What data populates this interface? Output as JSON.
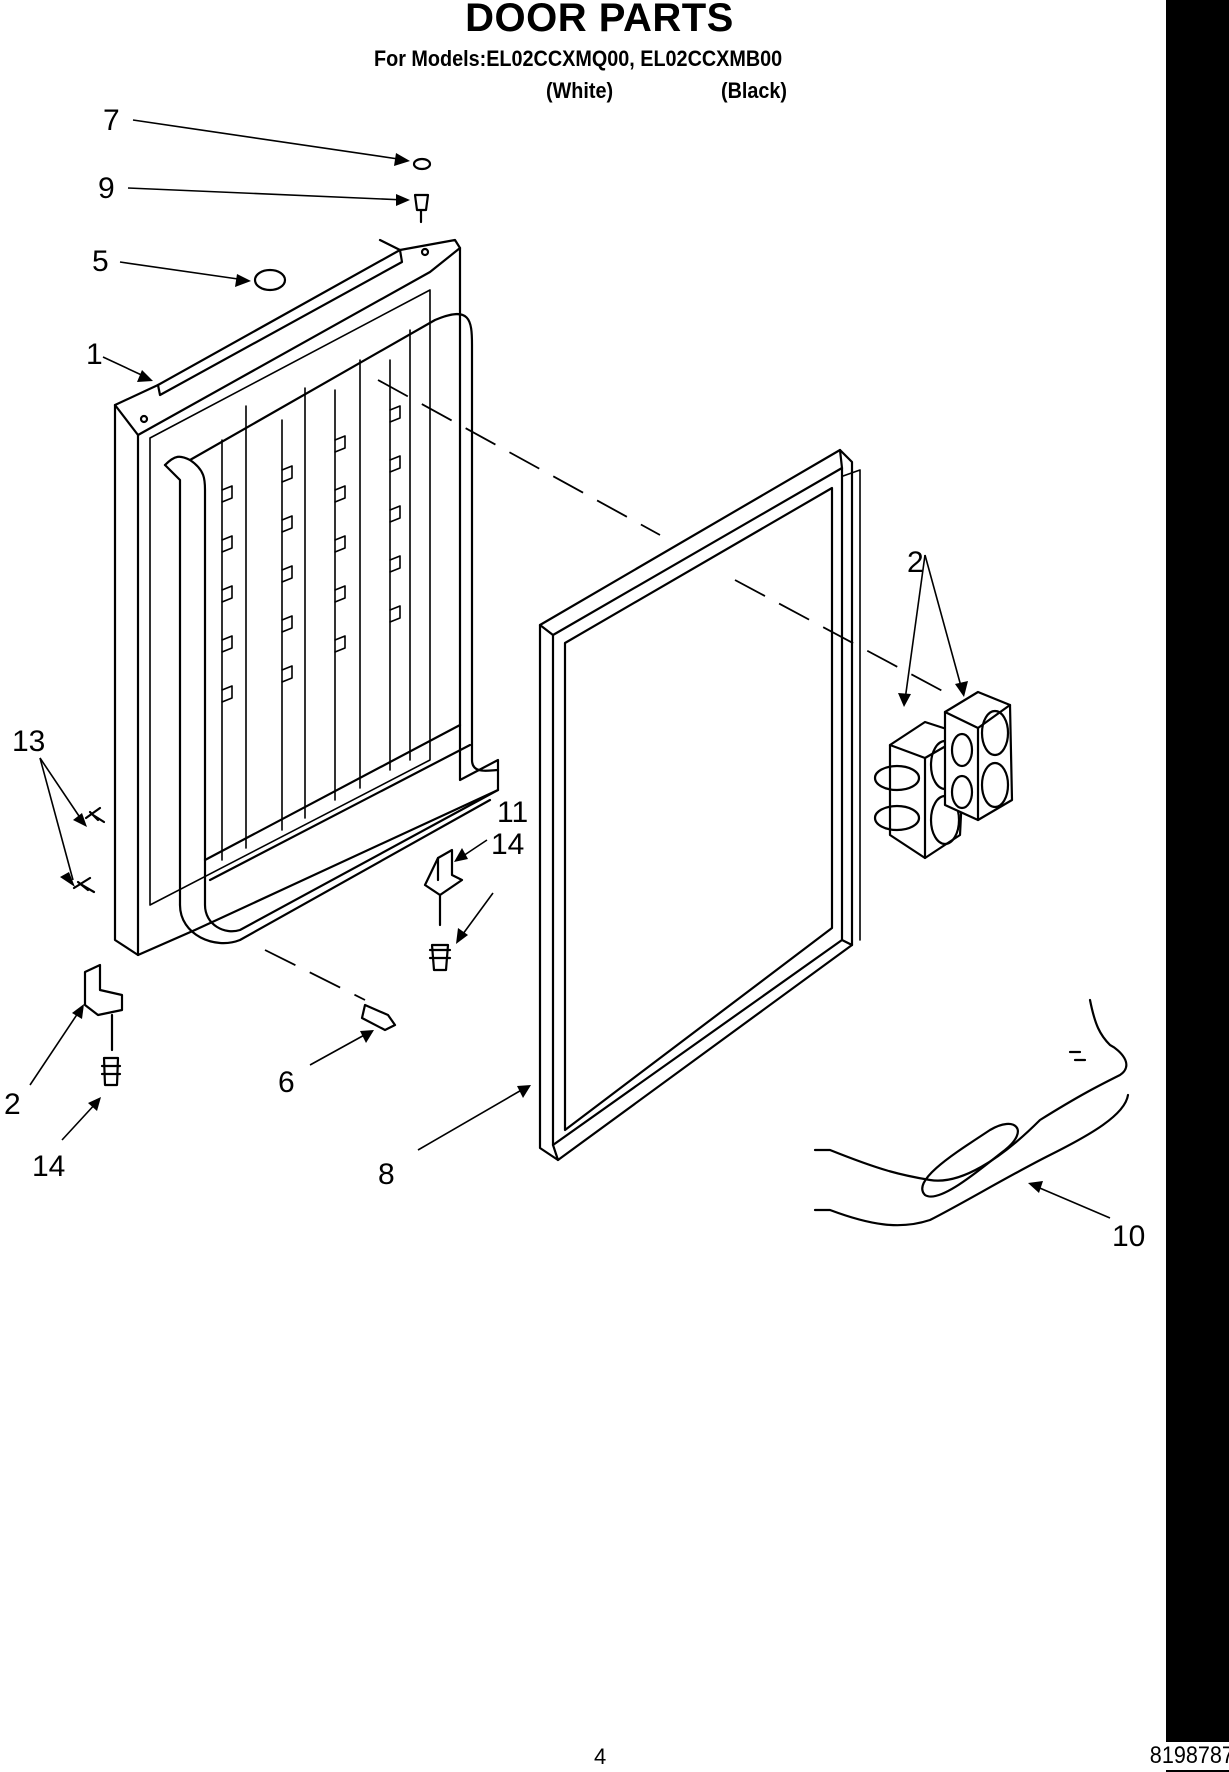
{
  "header": {
    "title": "DOOR PARTS",
    "subtitle": "For Models:EL02CCXMQ00, EL02CCXMB00",
    "variants": [
      "(White)",
      "(Black)"
    ]
  },
  "callouts": [
    "7",
    "9",
    "5",
    "1",
    "2",
    "13",
    "11",
    "14",
    "2",
    "14",
    "6",
    "8",
    "10"
  ],
  "footer": {
    "page_number": "4",
    "document_number": "8198787"
  },
  "colors": {
    "ink": "#000000",
    "paper": "#ffffff"
  }
}
